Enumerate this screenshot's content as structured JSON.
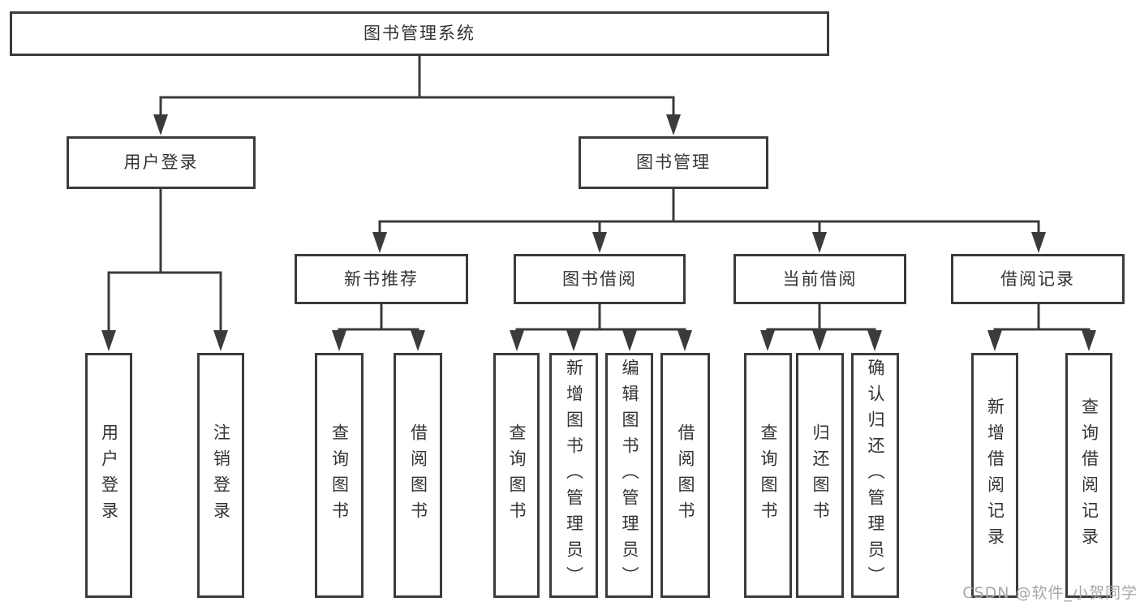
{
  "diagram": {
    "label": "图书管理系统",
    "children": [
      {
        "label": "用户登录",
        "children": [
          {
            "label": "用户登录"
          },
          {
            "label": "注销登录"
          }
        ]
      },
      {
        "label": "图书管理",
        "children": [
          {
            "label": "新书推荐",
            "children": [
              {
                "label": "查询图书"
              },
              {
                "label": "借阅图书"
              }
            ]
          },
          {
            "label": "图书借阅",
            "children": [
              {
                "label": "查询图书"
              },
              {
                "label": "新增图书（管理员）"
              },
              {
                "label": "编辑图书（管理员）"
              },
              {
                "label": "借阅图书"
              }
            ]
          },
          {
            "label": "当前借阅",
            "children": [
              {
                "label": "查询图书"
              },
              {
                "label": "归还图书"
              },
              {
                "label": "确认归还（管理员）"
              }
            ]
          },
          {
            "label": "借阅记录",
            "children": [
              {
                "label": "新增借阅记录"
              },
              {
                "label": "查询借阅记录"
              }
            ]
          }
        ]
      }
    ]
  },
  "watermark": {
    "text": "CSDN @软件_小贺同学"
  },
  "colors": {
    "line": "#3b3b3d",
    "border": "#3b3b3d",
    "text": "#333333",
    "watermark": "#a6a6a6",
    "background": "#ffffff"
  }
}
